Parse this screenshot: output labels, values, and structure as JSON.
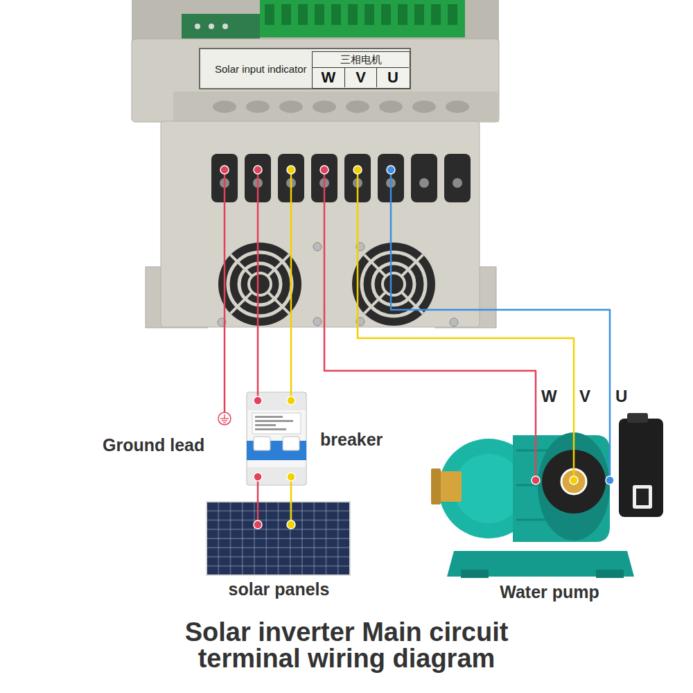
{
  "diagram": {
    "title": "Solar inverter Main circuit terminal wiring diagram",
    "nodes": [
      {
        "text": [
          "Solar input indicator"
        ]
      },
      {
        "text": [
          "三相电机"
        ],
        "in": 0
      },
      {
        "text": [
          "W"
        ],
        "in": 1
      },
      {
        "text": [
          "V"
        ],
        "in": 1
      },
      {
        "text": [
          "U"
        ],
        "in": 1
      },
      {
        "text": [
          "Ground lead"
        ]
      },
      {
        "text": [
          "breaker"
        ]
      },
      {
        "text": [
          "solar panels"
        ]
      },
      {
        "text": [
          "Water pump"
        ]
      }
    ],
    "edges": [
      {
        "from": 0,
        "to": 5,
        "arrow": "none"
      },
      {
        "from": 0,
        "to": 6,
        "arrow": "none"
      },
      {
        "from": 0,
        "to": 6,
        "arrow": "none"
      },
      {
        "from": 6,
        "to": 7,
        "arrow": "none"
      },
      {
        "from": 6,
        "to": 7,
        "arrow": "none"
      },
      {
        "from": 0,
        "to": 8,
        "label": "W",
        "arrow": "none"
      },
      {
        "from": 0,
        "to": 8,
        "label": "V",
        "arrow": "none"
      },
      {
        "from": 0,
        "to": 8,
        "label": "U",
        "arrow": "none"
      }
    ]
  }
}
